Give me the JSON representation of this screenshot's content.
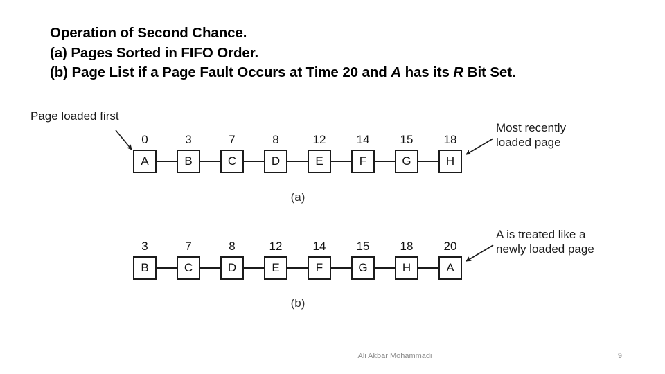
{
  "title": {
    "line1": "Operation of Second Chance.",
    "line2": "(a) Pages Sorted in FIFO Order.",
    "line3_part1": "(b) Page List if a Page Fault Occurs at Time 20 and ",
    "line3_italic1": "A",
    "line3_part2": " has its ",
    "line3_italic2": "R",
    "line3_part3": " Bit Set."
  },
  "figure": {
    "callout_first": "Page loaded first",
    "callout_recent": "Most recently\nloaded page",
    "callout_newly": "A is treated like a\nnewly loaded page",
    "label_a": "(a)",
    "label_b": "(b)",
    "chain_a": {
      "pages": [
        "A",
        "B",
        "C",
        "D",
        "E",
        "F",
        "G",
        "H"
      ],
      "times": [
        "0",
        "3",
        "7",
        "8",
        "12",
        "14",
        "15",
        "18"
      ]
    },
    "chain_b": {
      "pages": [
        "B",
        "C",
        "D",
        "E",
        "F",
        "G",
        "H",
        "A"
      ],
      "times": [
        "3",
        "7",
        "8",
        "12",
        "14",
        "15",
        "18",
        "20"
      ]
    }
  },
  "footer": {
    "author": "Ali Akbar Mohammadi",
    "page_number": "9"
  },
  "colors": {
    "box_border": "#1b1b1b",
    "text": "#000000",
    "footer_text": "#8c8c8c",
    "background": "#ffffff"
  }
}
